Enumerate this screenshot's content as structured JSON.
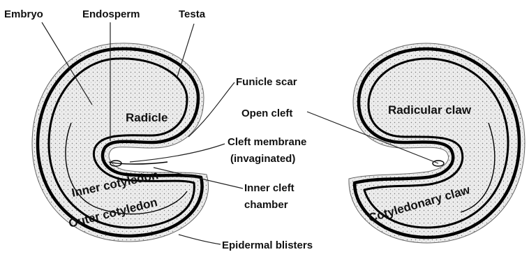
{
  "labels": {
    "embryo": "Embryo",
    "endosperm": "Endosperm",
    "testa": "Testa",
    "funicle_scar": "Funicle scar",
    "radicle": "Radicle",
    "open_cleft": "Open cleft",
    "cleft_membrane_1": "Cleft membrane",
    "cleft_membrane_2": "(invaginated)",
    "inner_cleft_1": "Inner cleft",
    "inner_cleft_2": "chamber",
    "inner_cotyledon": "Inner cotyledon",
    "outer_cotyledon": "Outer cotyledon",
    "epidermal_blisters": "Epidermal blisters",
    "radicular_claw": "Radicular claw",
    "cotyledonary_claw": "Cotyledonary claw"
  },
  "colors": {
    "outline": "#000000",
    "testa_fill": "#e8e8e8",
    "text": "#111111"
  }
}
